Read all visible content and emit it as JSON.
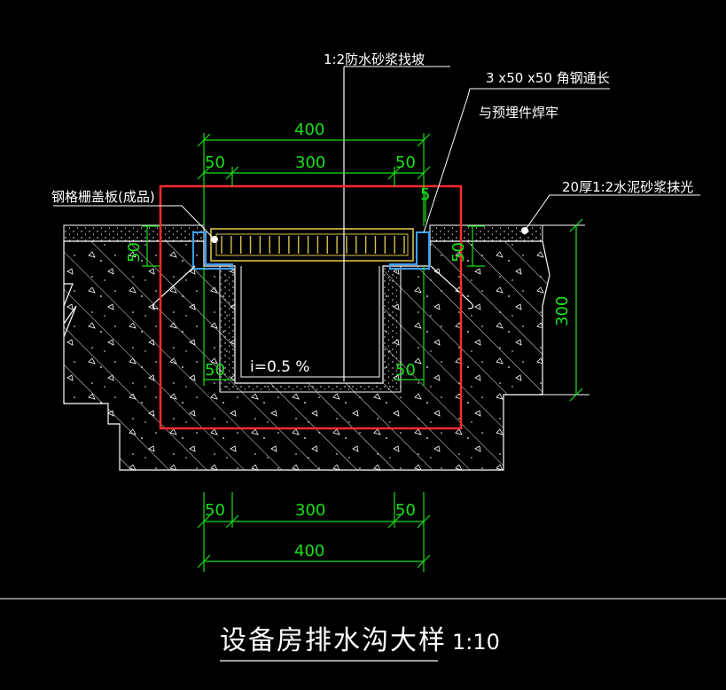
{
  "colors": {
    "background": "#000000",
    "linework": "#ffffff",
    "dimension": "#19e019",
    "highlight": "#ff2b2b",
    "grating": "#d8c24a",
    "angle_steel": "#3aa0ff"
  },
  "annotations": {
    "slope_mortar": "1:2防水砂浆找坡",
    "angle_steel": "3 x50 x50 角钢通长",
    "weld": "与预埋件焊牢",
    "grating_cover": "钢格栅盖板(成品)",
    "surface_finish": "20厚1:2水泥砂浆抹光",
    "slope": "i=0.5 %"
  },
  "dimensions": {
    "top_total": "400",
    "top_left": "50",
    "top_mid": "300",
    "top_right": "50",
    "wall_left_inner": "50",
    "wall_right_inner": "50",
    "side_left": "50",
    "side_right": "50",
    "height_right": "300",
    "small_top": "5",
    "bottom_left": "50",
    "bottom_mid": "300",
    "bottom_right": "50",
    "bottom_total": "400"
  },
  "title": {
    "text": "设备房排水沟大样",
    "scale": "1:10"
  }
}
